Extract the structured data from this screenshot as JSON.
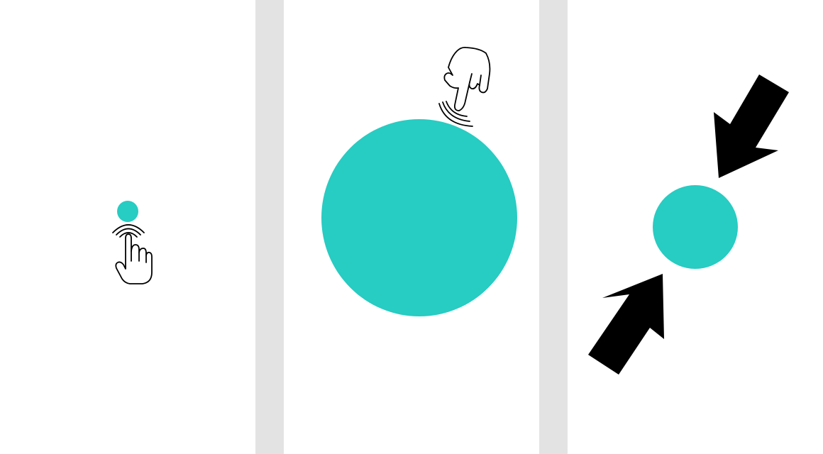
{
  "colors": {
    "background": "#ffffff",
    "divider": "#e3e3e3",
    "circle": "#27ccc2",
    "outline": "#000000",
    "arrow": "#000000"
  },
  "panels": [
    {
      "id": "tap",
      "circle_state": "small",
      "icon": "tap-hand-icon"
    },
    {
      "id": "expanded",
      "circle_state": "large",
      "icon": "pointing-hand-icon"
    },
    {
      "id": "shrink",
      "circle_state": "medium",
      "icon": "inward-arrows-icon"
    }
  ]
}
